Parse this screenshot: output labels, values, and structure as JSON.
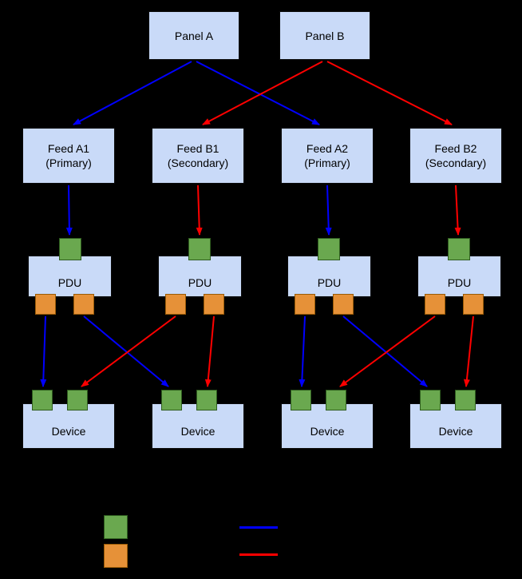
{
  "diagram": {
    "panels": [
      {
        "label": "Panel A"
      },
      {
        "label": "Panel B"
      }
    ],
    "feeds": [
      {
        "label": "Feed A1",
        "sublabel": "(Primary)"
      },
      {
        "label": "Feed B1",
        "sublabel": "(Secondary)"
      },
      {
        "label": "Feed A2",
        "sublabel": "(Primary)"
      },
      {
        "label": "Feed B2",
        "sublabel": "(Secondary)"
      }
    ],
    "pdus": [
      {
        "label": "PDU"
      },
      {
        "label": "PDU"
      },
      {
        "label": "PDU"
      },
      {
        "label": "PDU"
      }
    ],
    "devices": [
      {
        "label": "Device"
      },
      {
        "label": "Device"
      },
      {
        "label": "Device"
      },
      {
        "label": "Device"
      }
    ],
    "colors": {
      "background": "#000000",
      "node_fill": "#c9daf8",
      "node_text": "#000000",
      "input_port": "#6aa84f",
      "output_port": "#e69138",
      "primary_power_line": "#0000ff",
      "secondary_power_line": "#ff0000"
    },
    "legend": {
      "swatches": [
        {
          "name": "input-port-swatch",
          "color": "#6aa84f"
        },
        {
          "name": "output-port-swatch",
          "color": "#e69138"
        },
        {
          "name": "primary-power-line-swatch",
          "color": "#0000ff"
        },
        {
          "name": "secondary-power-line-swatch",
          "color": "#ff0000"
        }
      ]
    }
  }
}
